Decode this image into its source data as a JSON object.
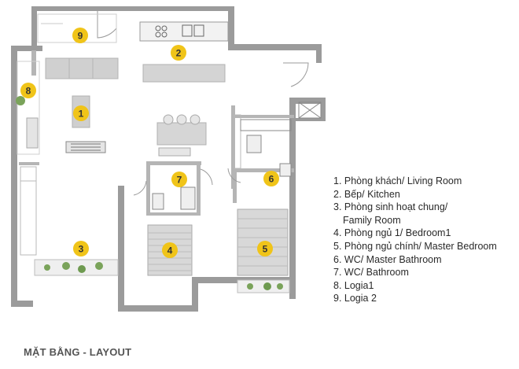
{
  "room_markers": [
    {
      "id": "1",
      "label": "1"
    },
    {
      "id": "2",
      "label": "2"
    },
    {
      "id": "3",
      "label": "3"
    },
    {
      "id": "4",
      "label": "4"
    },
    {
      "id": "5",
      "label": "5"
    },
    {
      "id": "6",
      "label": "6"
    },
    {
      "id": "7",
      "label": "7"
    },
    {
      "id": "8",
      "label": "8"
    },
    {
      "id": "9",
      "label": "9"
    }
  ],
  "legend": {
    "items": [
      "1. Phòng khách/ Living Room",
      "2. Bếp/ Kitchen",
      "3. Phòng sinh hoạt chung/",
      "Family Room",
      "4. Phòng ngủ 1/ Bedroom1",
      "5. Phòng ngủ chính/ Master Bedroom",
      "6. WC/ Master Bathroom",
      "7. WC/ Bathroom",
      "8. Logia1",
      "9. Logia 2"
    ]
  },
  "caption": "MẶT BẰNG - LAYOUT",
  "colors": {
    "wall": "#9b9b9b",
    "marker": "#f0c419",
    "furniture": "#cfcfcf",
    "planter": "#7aa35a",
    "text": "#2a2a2a"
  }
}
